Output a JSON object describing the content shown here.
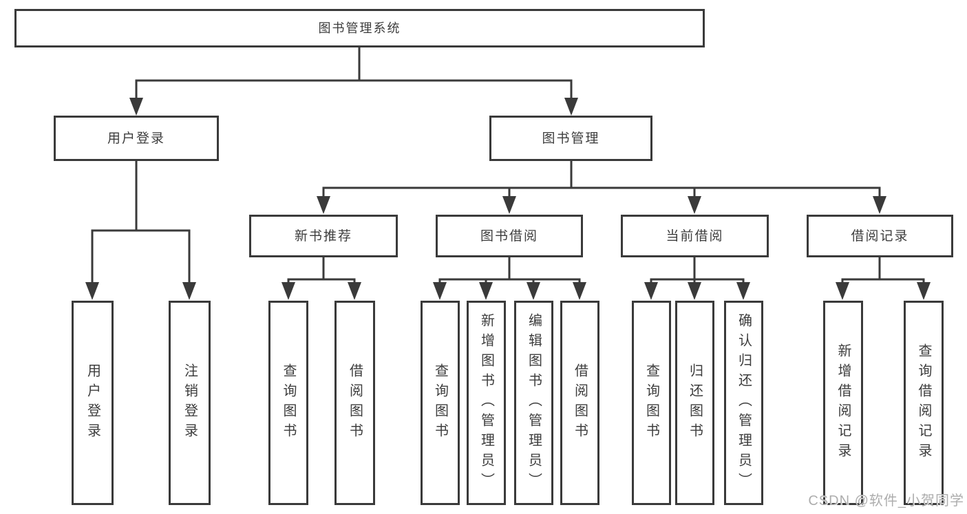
{
  "diagram_type": "hierarchy-tree",
  "tree": {
    "label": "图书管理系统",
    "children": [
      {
        "label": "用户登录",
        "children": [
          {
            "label": "用户登录"
          },
          {
            "label": "注销登录"
          }
        ]
      },
      {
        "label": "图书管理",
        "children": [
          {
            "label": "新书推荐",
            "children": [
              {
                "label": "查询图书"
              },
              {
                "label": "借阅图书"
              }
            ]
          },
          {
            "label": "图书借阅",
            "children": [
              {
                "label": "查询图书"
              },
              {
                "label": "新增图书（管理员）"
              },
              {
                "label": "编辑图书（管理员）"
              },
              {
                "label": "借阅图书"
              }
            ]
          },
          {
            "label": "当前借阅",
            "children": [
              {
                "label": "查询图书"
              },
              {
                "label": "归还图书"
              },
              {
                "label": "确认归还（管理员）"
              }
            ]
          },
          {
            "label": "借阅记录",
            "children": [
              {
                "label": "新增借阅记录"
              },
              {
                "label": "查询借阅记录"
              }
            ]
          }
        ]
      }
    ]
  },
  "watermark": "CSDN @软件_小贺同学",
  "colors": {
    "line": "#3a3a3a",
    "text": "#3d3d3d",
    "box_fill": "#ffffff",
    "watermark": "#adadad"
  }
}
